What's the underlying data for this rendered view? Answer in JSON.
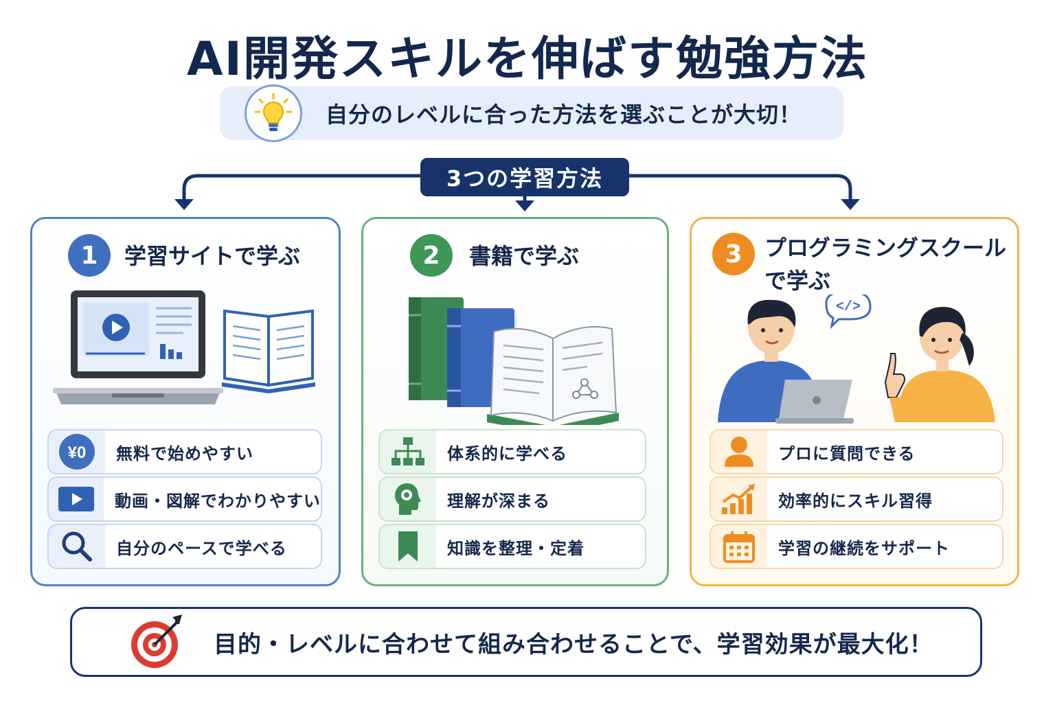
{
  "title": "AI開発スキルを伸ばす勉強方法",
  "tip": {
    "text": "自分のレベルに合った方法を選ぶことが大切！",
    "icon": "lightbulb-icon"
  },
  "methods_label": "3つの学習方法",
  "colors": {
    "navy": "#16336a",
    "blue": "#3f70bf",
    "green": "#3f9657",
    "orange": "#ee8c22"
  },
  "cards": [
    {
      "number": "1",
      "title": "学習サイトで学ぶ",
      "illustration": "laptop-video-and-book",
      "features": [
        {
          "icon": "yen-zero-icon",
          "icon_text": "¥0",
          "text": "無料で始めやすい"
        },
        {
          "icon": "video-play-icon",
          "text": "動画・図解でわかりやすい"
        },
        {
          "icon": "search-icon",
          "text": "自分のペースで学べる"
        }
      ]
    },
    {
      "number": "2",
      "title": "書籍で学ぶ",
      "illustration": "stacked-books",
      "features": [
        {
          "icon": "hierarchy-icon",
          "text": "体系的に学べる"
        },
        {
          "icon": "head-brain-icon",
          "text": "理解が深まる"
        },
        {
          "icon": "bookmark-icon",
          "text": "知識を整理・定着"
        }
      ]
    },
    {
      "number": "3",
      "title": "プログラミングスクールで学ぶ",
      "illustration": "mentor-and-student",
      "speech_code": "</>",
      "features": [
        {
          "icon": "person-icon",
          "text": "プロに質問できる"
        },
        {
          "icon": "growth-chart-icon",
          "text": "効率的にスキル習得"
        },
        {
          "icon": "calendar-icon",
          "text": "学習の継続をサポート"
        }
      ]
    }
  ],
  "bottom": {
    "icon": "target-arrow-icon",
    "text": "目的・レベルに合わせて組み合わせることで、学習効果が最大化！"
  }
}
